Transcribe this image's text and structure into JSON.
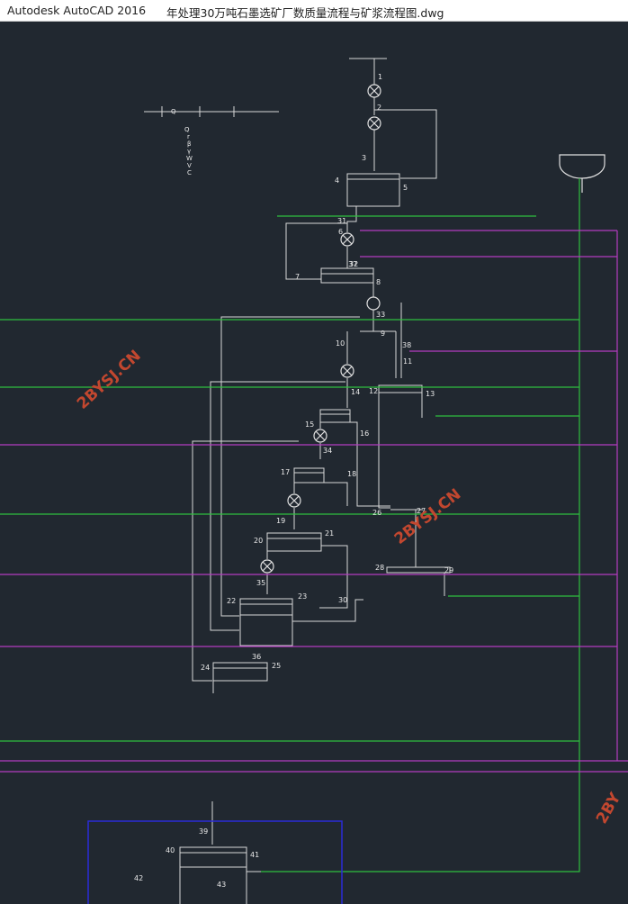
{
  "window": {
    "app_title": "Autodesk AutoCAD 2016",
    "doc_title": "年处理30万吨石墨选矿厂数质量流程与矿浆流程图.dwg"
  },
  "watermarks": [
    "2BYSJ.CN",
    "2BYSJ.CN",
    "2BY"
  ],
  "legend": {
    "labels": [
      "Q",
      "r",
      "β",
      "γ",
      "W",
      "V",
      "C"
    ]
  },
  "stream_numbers": [
    "1",
    "2",
    "3",
    "4",
    "5",
    "6",
    "7",
    "8",
    "9",
    "10",
    "11",
    "12",
    "13",
    "14",
    "15",
    "16",
    "17",
    "18",
    "19",
    "20",
    "21",
    "22",
    "23",
    "24",
    "25",
    "26",
    "27",
    "28",
    "29",
    "30",
    "31",
    "32",
    "33",
    "34",
    "35",
    "36",
    "37",
    "38",
    "39",
    "40",
    "41",
    "42",
    "43"
  ],
  "colors": {
    "background": "#212830",
    "line": "#d8d8d8",
    "water": "#2fbf3f",
    "pulp": "#b43cc0",
    "frame": "#2a2ad8",
    "watermark": "#c2472f"
  }
}
